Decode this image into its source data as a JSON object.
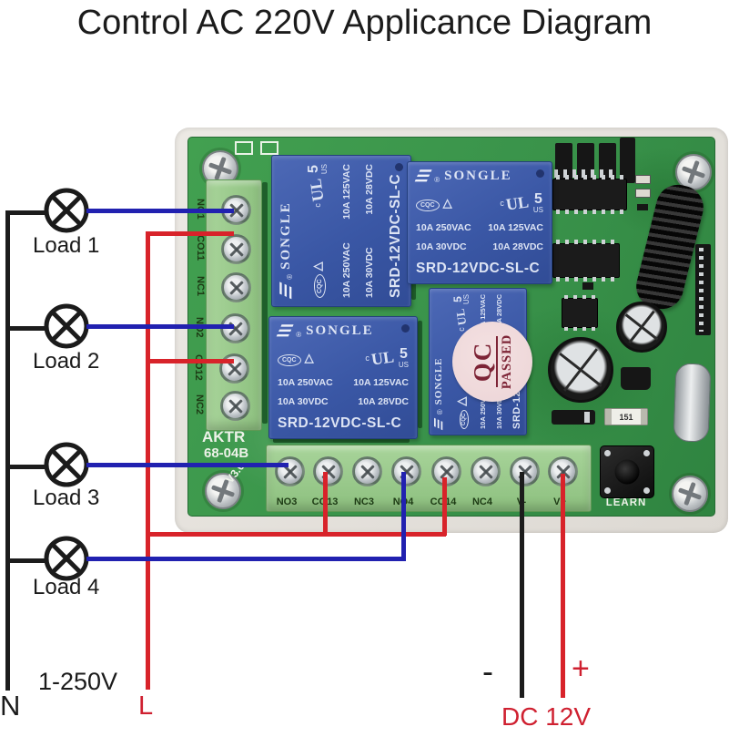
{
  "title": "Control AC 220V Applicance Diagram",
  "loads": [
    "Load 1",
    "Load 2",
    "Load 3",
    "Load 4"
  ],
  "ac": {
    "neutral": "N",
    "voltage_range": "1-250V",
    "live": "L"
  },
  "dc": {
    "minus": "-",
    "plus": "+",
    "label": "DC 12V"
  },
  "board": {
    "silkscreen_line1": "AKTR",
    "silkscreen_line2": "68-04B",
    "silkscreen_version": "V3.0",
    "learn_label": "LEARN",
    "resistor_code": "151",
    "left_terminals": [
      "NO1",
      "CO11",
      "NC1",
      "NO2",
      "CO12",
      "NC2"
    ],
    "bottom_terminals": [
      "NO3",
      "CO13",
      "NC3",
      "NO4",
      "CO14",
      "NC4",
      "V-",
      "V+"
    ]
  },
  "relay": {
    "brand": "SONGLE",
    "reg_mark": "®",
    "cqc_mark": "CQC",
    "cert_triangle": "△",
    "ul_c": "c",
    "ul_mark": "UL",
    "ul_number": "5",
    "ul_us": "US",
    "ratings_1a": "10A 250VAC",
    "ratings_1b": "10A 125VAC",
    "ratings_2a": "10A 30VDC",
    "ratings_2b": "10A 28VDC",
    "model": "SRD-12VDC-SL-C"
  },
  "sticker": {
    "line1": "QC",
    "line2": "PASSED"
  },
  "colors": {
    "wire_red": "#d8232a",
    "wire_blue": "#2121b0",
    "wire_black": "#1c1c1c",
    "pcb_green": "#3a924a",
    "terminal_green": "#98c88c",
    "relay_blue": "#3a57a5",
    "enclosure": "#e7e4df",
    "sticker_pink": "#eed8d9"
  }
}
